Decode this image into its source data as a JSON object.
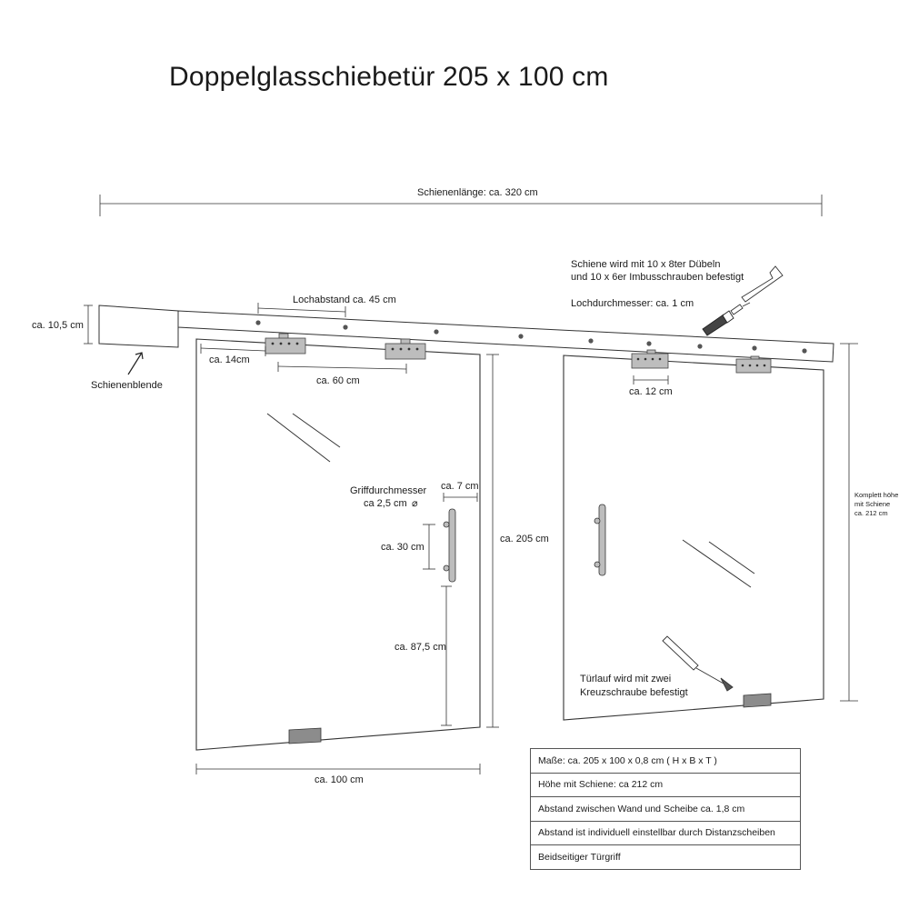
{
  "title": "Doppelglasschiebetür 205 x 100 cm",
  "labels": {
    "rail_length": "Schienenlänge: ca. 320 cm",
    "rail_height": "ca. 10,5 cm",
    "rail_cover": "Schienenblende",
    "hole_spacing": "Lochabstand ca. 45 cm",
    "left_offset": "ca. 14cm",
    "roller_spacing": "ca. 60 cm",
    "fixing_line1": "Schiene wird mit 10 x 8ter Dübeln",
    "fixing_line2": "und 10 x 6er Imbusschrauben befestigt",
    "hole_diameter": "Lochdurchmesser: ca. 1 cm",
    "roller_width": "ca. 12 cm",
    "handle_diameter_line1": "Griffdurchmesser",
    "handle_diameter_line2": "ca 2,5 cm",
    "diameter_symbol": "⌀",
    "handle_edge": "ca. 7 cm",
    "handle_length": "ca. 30 cm",
    "door_height": "ca. 205 cm",
    "handle_height": "ca. 87,5 cm",
    "door_width": "ca. 100 cm",
    "total_height_line1": "Komplett höhe",
    "total_height_line2": "mit Schiene",
    "total_height_line3": "ca. 212 cm",
    "guide_line1": "Türlauf wird mit zwei",
    "guide_line2": "Kreuzschraube befestigt"
  },
  "specs": [
    "Maße: ca. 205 x 100 x 0,8 cm ( H x B x T )",
    "Höhe mit Schiene: ca 212 cm",
    "Abstand zwischen Wand und Scheibe ca. 1,8 cm",
    "Abstand ist individuell einstellbar durch Distanzscheiben",
    "Beidseitiger Türgriff"
  ],
  "colors": {
    "line": "#333333",
    "hardware": "#bdbdbd",
    "guide": "#8c8c8c",
    "dowel": "#444444"
  }
}
